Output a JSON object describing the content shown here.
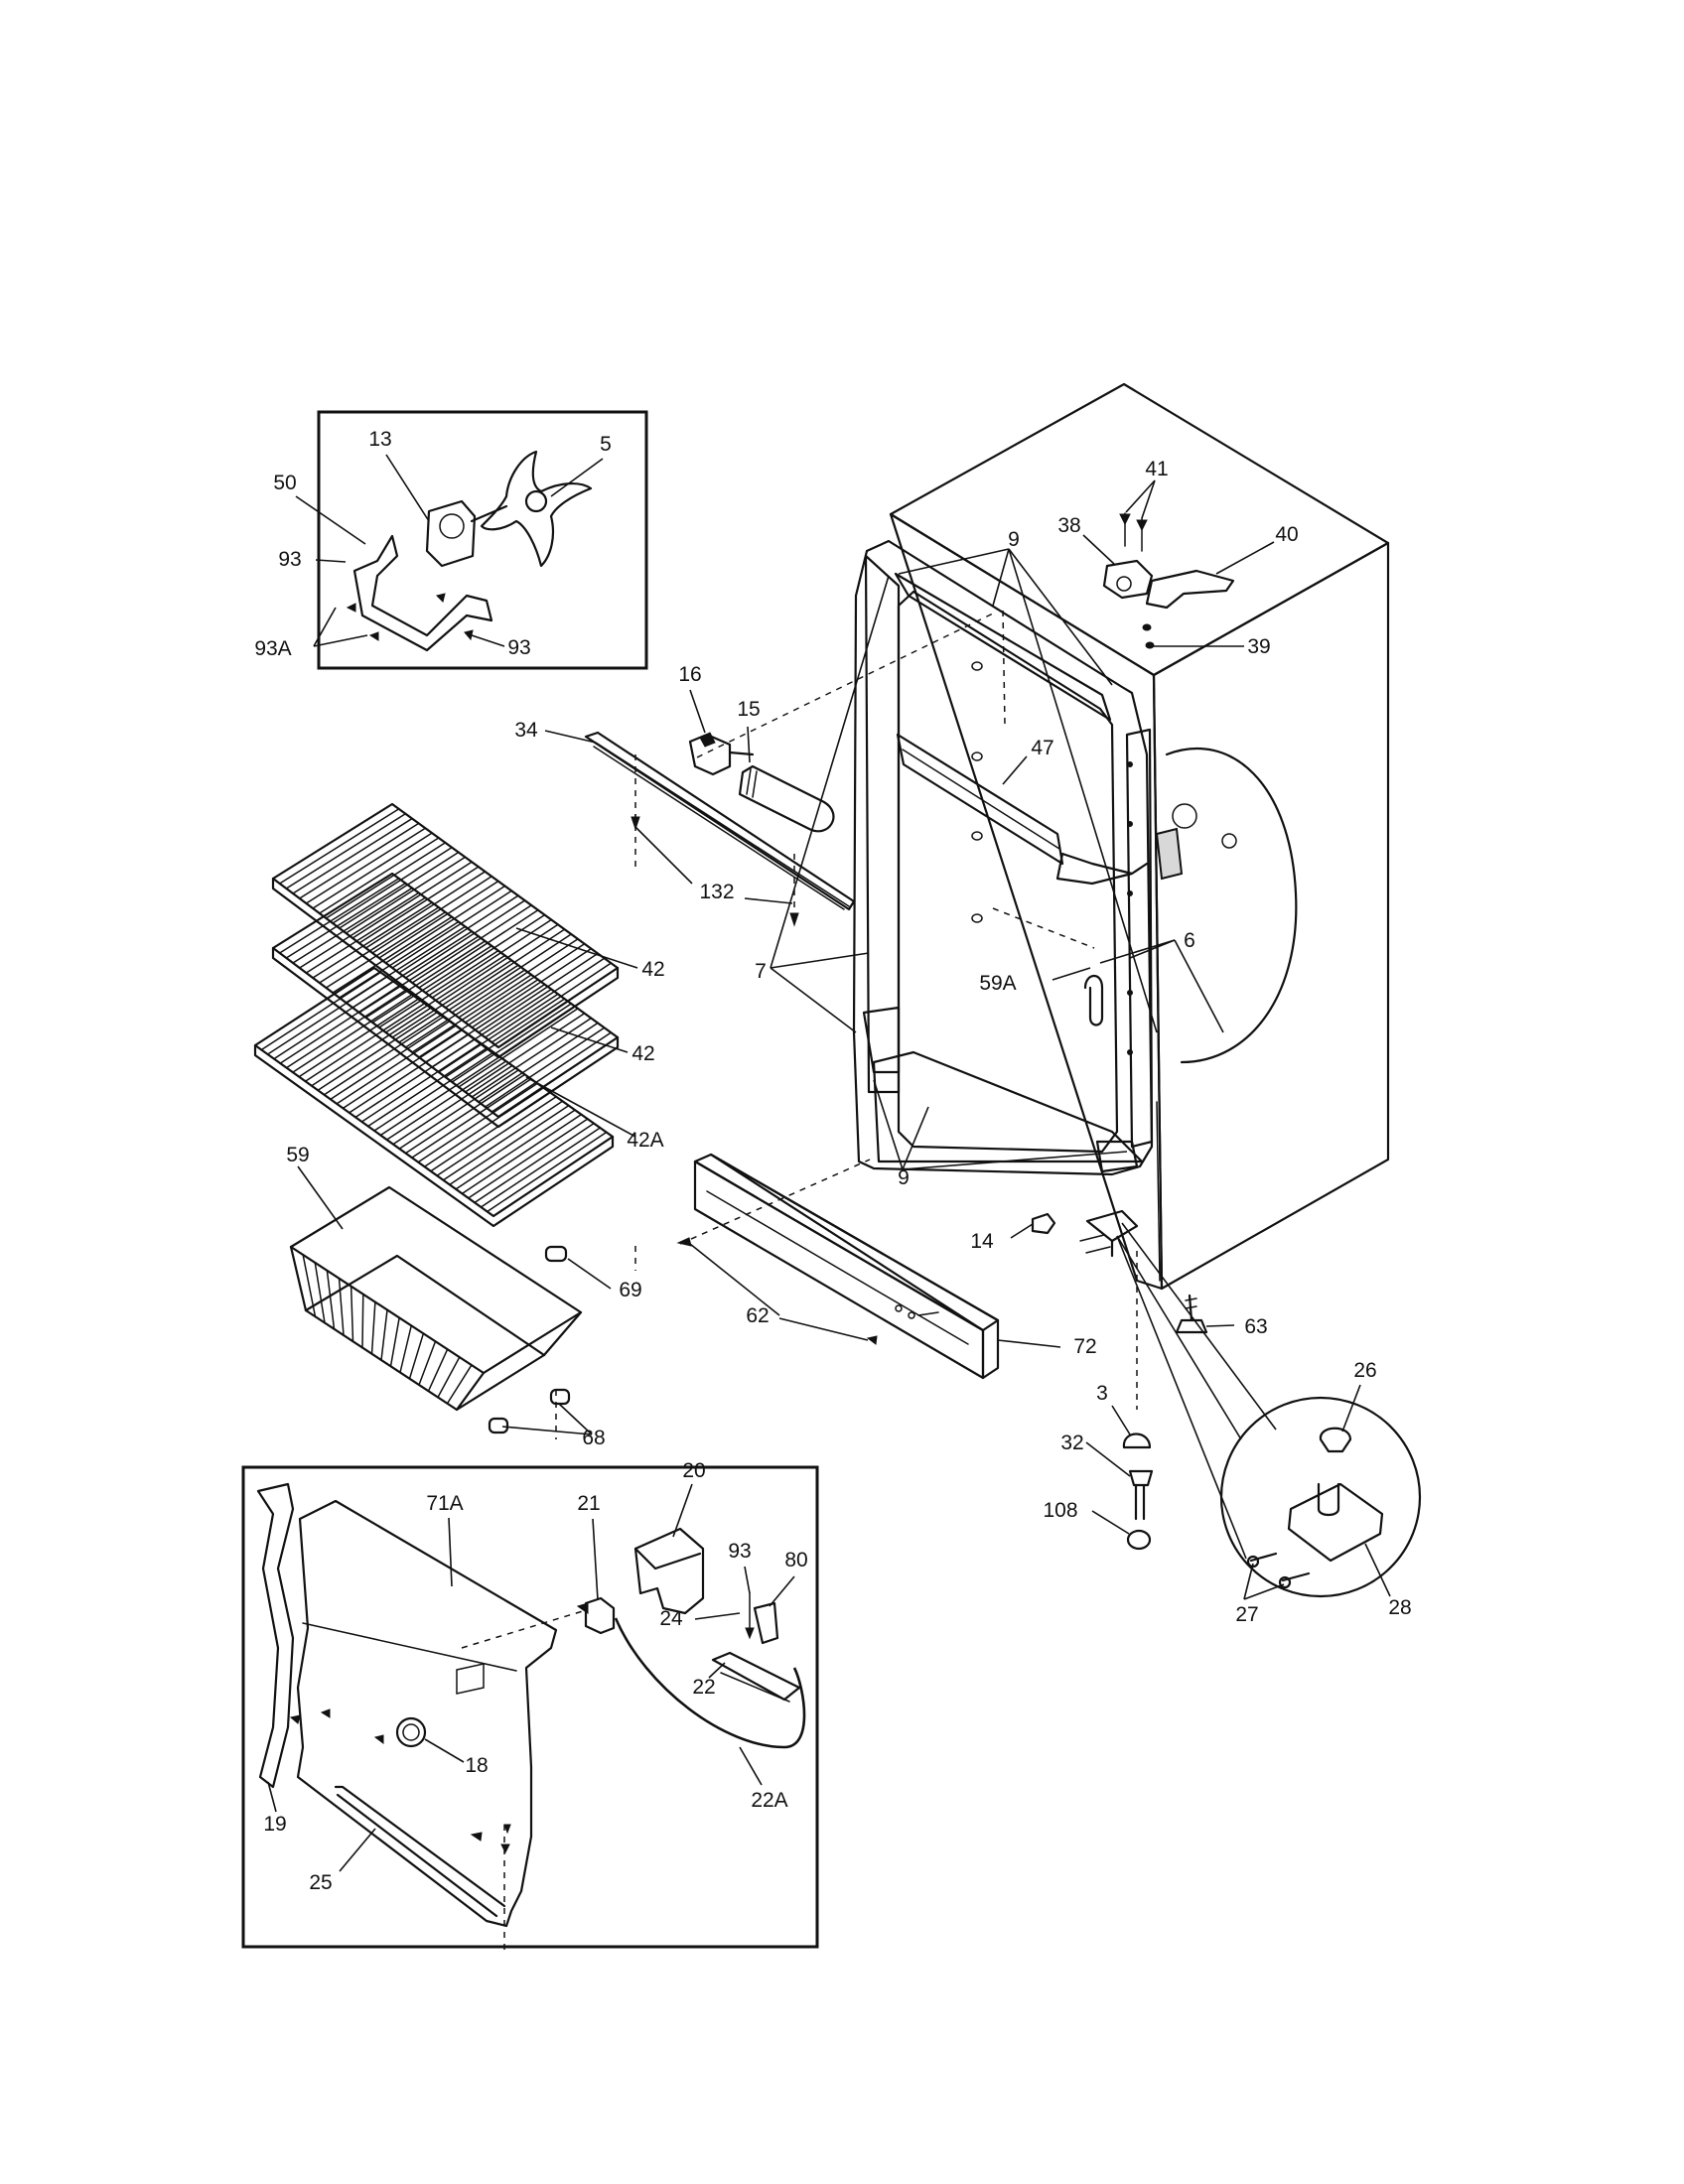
{
  "labels": {
    "fan_box": [
      "13",
      "5",
      "50",
      "93",
      "93A",
      "93"
    ],
    "main": [
      "41",
      "38",
      "40",
      "39",
      "9",
      "16",
      "15",
      "34",
      "47",
      "132",
      "59A",
      "6",
      "7",
      "42",
      "42",
      "42A",
      "9",
      "59",
      "69",
      "14",
      "62",
      "72",
      "63",
      "68",
      "3",
      "32",
      "108",
      "26",
      "27",
      "28"
    ],
    "bottom_box": [
      "20",
      "71A",
      "21",
      "93",
      "80",
      "24",
      "22",
      "18",
      "22A",
      "19",
      "25"
    ]
  }
}
